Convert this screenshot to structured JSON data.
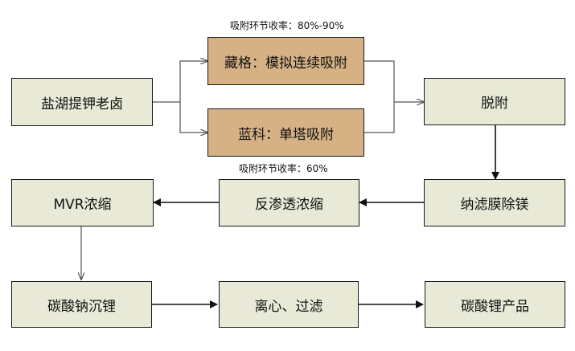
{
  "nodes": {
    "brine": "盐湖提钾老卤",
    "zangge": "藏格：模拟连续吸附",
    "lanke": "蓝科：单塔吸附",
    "desorb": "脱附",
    "nanofiltration": "纳滤膜除镁",
    "reverse_osmosis": "反渗透浓缩",
    "mvr": "MVR浓缩",
    "precipitation": "碳酸钠沉锂",
    "centrifuge": "离心、过滤",
    "product": "碳酸锂产品"
  },
  "notes": {
    "zangge_yield": "吸附环节收率：80%-90%",
    "lanke_yield": "吸附环节收率：60%"
  },
  "colors": {
    "box_fill": "#e8ead7",
    "highlight_fill": "#d6b184",
    "border": "#1a1a1a"
  }
}
